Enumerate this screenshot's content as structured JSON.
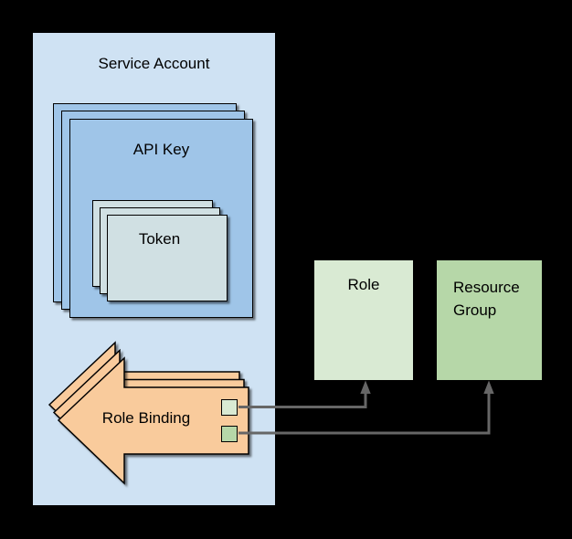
{
  "colors": {
    "background": "#000000",
    "service_account_fill": "#cfe2f3",
    "api_key_fill": "#9fc5e8",
    "token_fill": "#d0e0e3",
    "role_binding_fill": "#f9cb9c",
    "role_fill": "#d9ead3",
    "resource_group_fill": "#b6d7a8",
    "connector": "#666666",
    "border": "#000000",
    "text": "#000000"
  },
  "nodes": {
    "service_account": {
      "label": "Service Account",
      "shape": "rectangle",
      "stack_count": 1
    },
    "api_key": {
      "label": "API Key",
      "shape": "rectangle",
      "stack_count": 3
    },
    "token": {
      "label": "Token",
      "shape": "rectangle",
      "stack_count": 3
    },
    "role_binding": {
      "label": "Role Binding",
      "shape": "left-arrow",
      "stack_count": 3
    },
    "role": {
      "label": "Role",
      "shape": "rectangle"
    },
    "resource_group": {
      "label": "Resource Group",
      "shape": "rectangle"
    }
  },
  "ports": [
    {
      "name": "role-port",
      "fill": "#d9ead3",
      "links_to": "Role"
    },
    {
      "name": "resource-group-port",
      "fill": "#b6d7a8",
      "links_to": "Resource Group"
    }
  ],
  "connectors": [
    {
      "from": "Role Binding",
      "to": "Role",
      "style": "elbow",
      "arrowhead": "up"
    },
    {
      "from": "Role Binding",
      "to": "Resource Group",
      "style": "elbow",
      "arrowhead": "up"
    }
  ]
}
